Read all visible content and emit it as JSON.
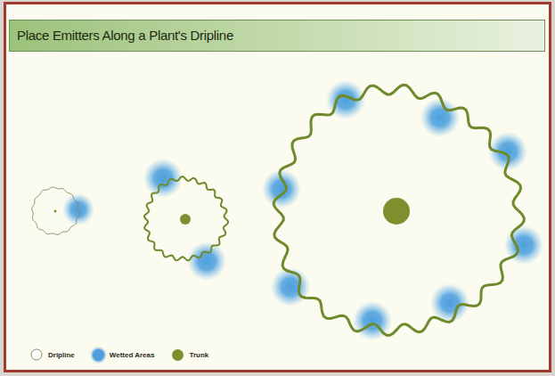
{
  "diagram": {
    "title": "Place Emitters Along a Plant's Dripline",
    "legend": [
      {
        "text": "Dripline"
      },
      {
        "text": "Wetted Areas",
        "color": "#4f9fdc"
      },
      {
        "text": "Trunk",
        "color": "#7f8f2e"
      }
    ]
  }
}
